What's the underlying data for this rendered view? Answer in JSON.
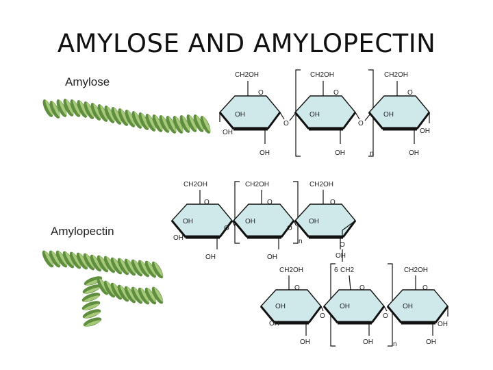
{
  "slide": {
    "title": "AMYLOSE AND AMYLOPECTIN"
  },
  "labels": {
    "amylose": "Amylose",
    "amylopectin": "Amylopectin"
  },
  "chem": {
    "ch2oh": "CH2OH",
    "oh": "OH",
    "o": "O",
    "n": "n",
    "six": "6",
    "ch2": "CH2"
  },
  "colors": {
    "ring_fill": "#cfe8ea",
    "helix_dark": "#5f8f3e",
    "helix_light": "#a7c97a",
    "text": "#222222"
  }
}
